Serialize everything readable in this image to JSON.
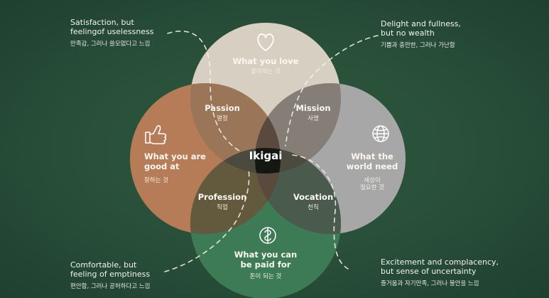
{
  "circles": {
    "love": {
      "en": "What you love",
      "ko": "좋아하는 것",
      "color": "#d7cfc1",
      "icon": "heart-icon"
    },
    "good": {
      "en": "What you are\ngood at",
      "ko": "잘하는 것",
      "color": "#b57c57",
      "icon": "thumbs-up-icon"
    },
    "need": {
      "en": "What the\nworld need",
      "ko": "세상이\n필요한 것",
      "color": "#a7a7a7",
      "icon": "globe-icon"
    },
    "paid": {
      "en": "What you can\nbe paid for",
      "ko": "돈이 되는 것",
      "color": "#3d7b57",
      "icon": "piggy-bank-icon"
    }
  },
  "overlaps": {
    "passion": {
      "en": "Passion",
      "ko": "열정"
    },
    "mission": {
      "en": "Mission",
      "ko": "사명"
    },
    "profession": {
      "en": "Profession",
      "ko": "직업"
    },
    "vocation": {
      "en": "Vocation",
      "ko": "천직"
    }
  },
  "center": {
    "label": "Ikigai"
  },
  "corners": {
    "top_left": {
      "en": "Satisfaction, but\nfeelingof uselessness",
      "ko": "만족감, 그러나 쓸모없다고 느낌"
    },
    "top_right": {
      "en": "Delight and fullness,\nbut no wealth",
      "ko": "기쁨과 충만한, 그러나 가난함"
    },
    "bottom_left": {
      "en": "Comfortable, but\nfeeling of emptiness",
      "ko": "편안함, 그러나 공허하다고 느낌"
    },
    "bottom_right": {
      "en": "Excitement and complacency,\nbut sense of uncertainty",
      "ko": "즐거움과 자기만족, 그러나 불안을 느낌"
    }
  }
}
